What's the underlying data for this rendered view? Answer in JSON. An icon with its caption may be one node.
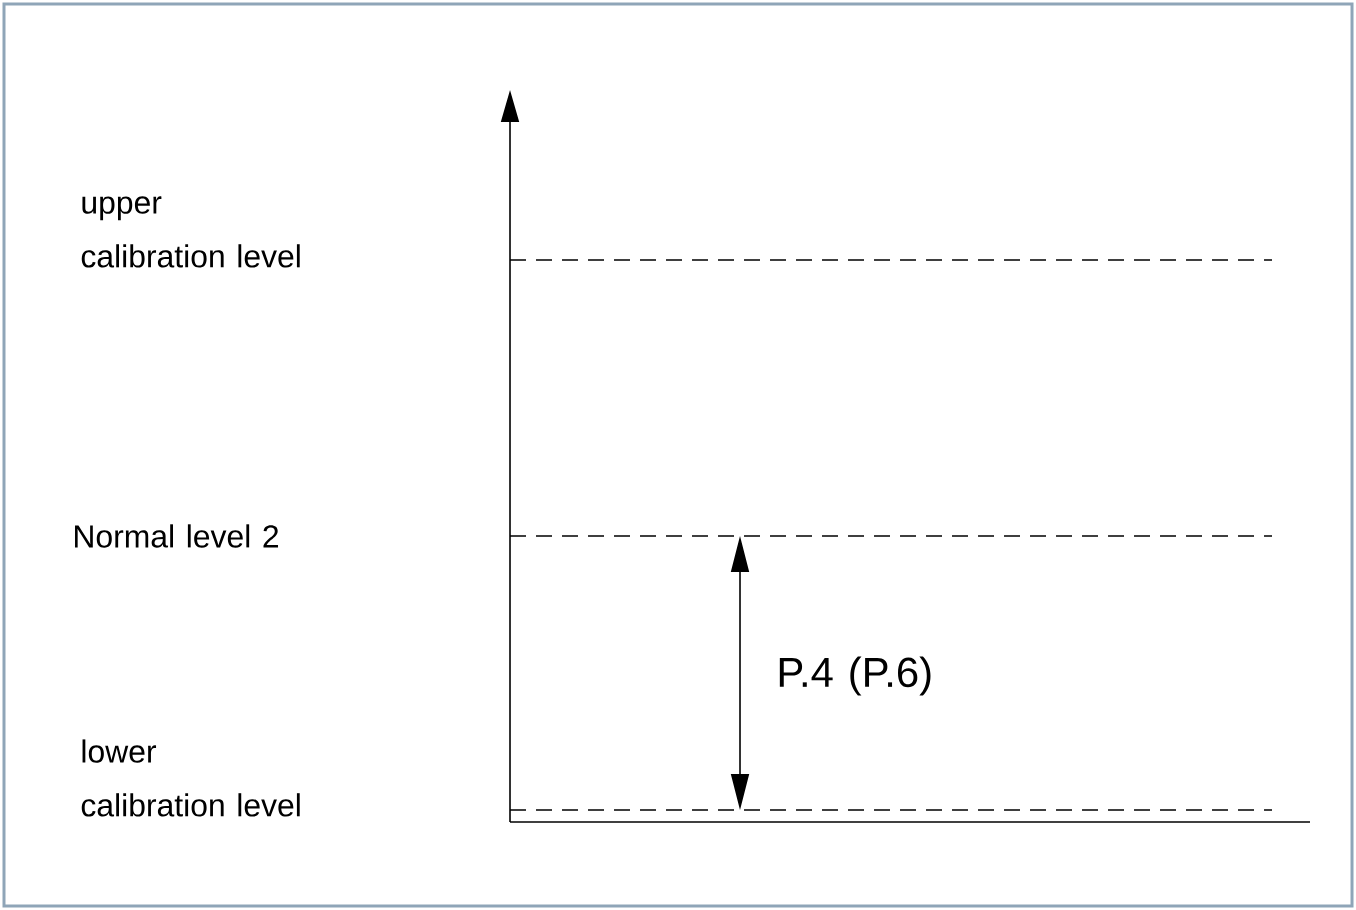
{
  "diagram": {
    "labels": [
      "upper calibration level",
      "Normal level 2",
      "P.4 (P.6)",
      "lower calibration level"
    ]
  }
}
